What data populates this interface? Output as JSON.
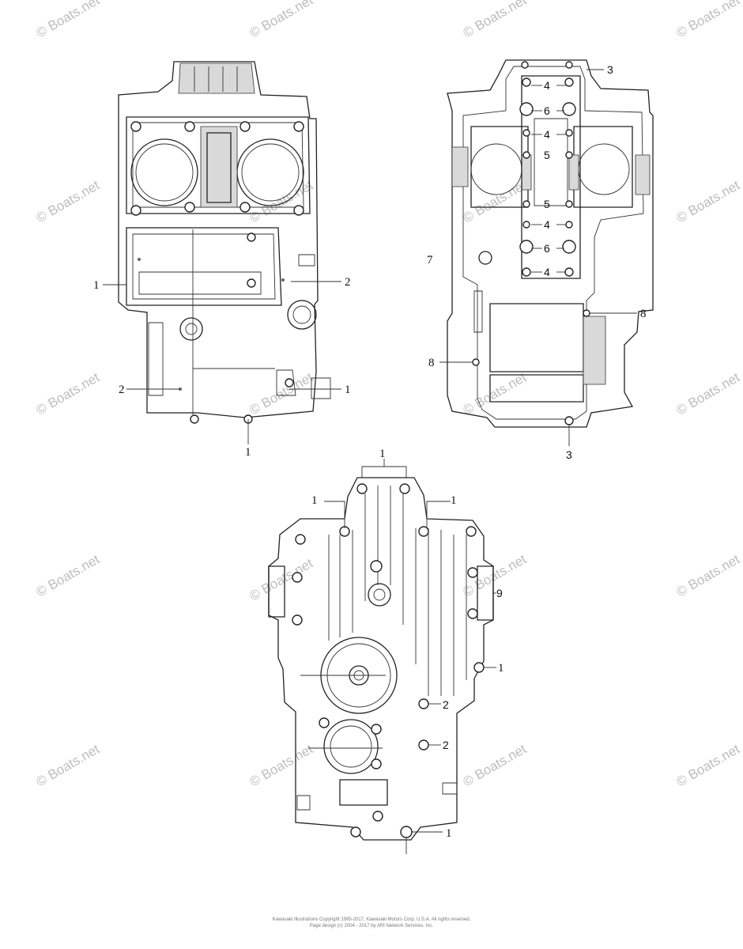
{
  "watermark": "© Boats.net",
  "footer": {
    "line1": "Kawasaki Illustrations Copyright 1995-2017, Kawasaki Motors Corp. U.S.A. All rights reserved.",
    "line2": "Page design (c) 2004 - 2017 by ARI Network Services, Inc."
  },
  "callouts": {
    "one": "1",
    "two": "2",
    "three": "3",
    "four": "4",
    "five": "5",
    "six": "6",
    "seven": "7",
    "eight": "8",
    "nine": "9"
  }
}
